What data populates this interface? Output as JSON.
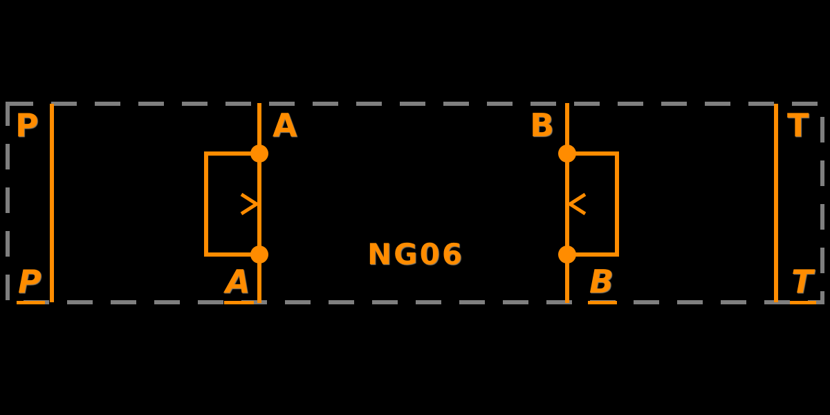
{
  "diagram": {
    "title": "NG06",
    "ports": {
      "p_top": "P",
      "p_bottom": "P",
      "a_top": "A",
      "a_bottom": "A",
      "b_top": "B",
      "b_bottom": "B",
      "t_top": "T",
      "t_bottom": "T"
    },
    "colors": {
      "accent": "#ff8c00",
      "frame": "#7f7f7f",
      "background": "#000000"
    }
  }
}
